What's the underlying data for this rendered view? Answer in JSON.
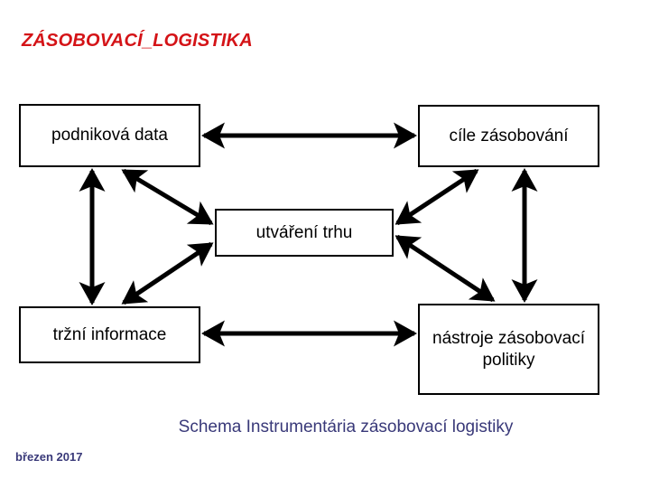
{
  "slide": {
    "title": "ZÁSOBOVACÍ_LOGISTIKA",
    "caption": "Schema Instrumentária zásobovací logistiky",
    "date": "březen 2017",
    "colors": {
      "title": "#D41317",
      "caption": "#393979",
      "box_border": "#000000",
      "arrow": "#000000",
      "background": "#FFFFFF"
    }
  },
  "diagram": {
    "type": "block-diagram",
    "nodes": [
      {
        "id": "podnikova-data",
        "label": "podniková data"
      },
      {
        "id": "cile-zasobovani",
        "label": "cíle zásobování"
      },
      {
        "id": "utvareni-trhu",
        "label": "utváření trhu"
      },
      {
        "id": "trzni-informace",
        "label": "tržní informace"
      },
      {
        "id": "nastroje",
        "label": "nástroje zásobovací politiky"
      }
    ],
    "edges": [
      {
        "from": "podnikova-data",
        "to": "cile-zasobovani",
        "style": "double-headed",
        "orientation": "horizontal"
      },
      {
        "from": "trzni-informace",
        "to": "nastroje",
        "style": "double-headed",
        "orientation": "horizontal"
      },
      {
        "from": "podnikova-data",
        "to": "trzni-informace",
        "style": "double-headed",
        "orientation": "vertical"
      },
      {
        "from": "cile-zasobovani",
        "to": "nastroje",
        "style": "double-headed",
        "orientation": "vertical"
      },
      {
        "from": "podnikova-data",
        "to": "utvareni-trhu",
        "style": "double-headed",
        "orientation": "diagonal"
      },
      {
        "from": "utvareni-trhu",
        "to": "trzni-informace",
        "style": "double-headed",
        "orientation": "diagonal"
      },
      {
        "from": "utvareni-trhu",
        "to": "cile-zasobovani",
        "style": "double-headed",
        "orientation": "diagonal"
      },
      {
        "from": "utvareni-trhu",
        "to": "nastroje",
        "style": "double-headed",
        "orientation": "diagonal"
      }
    ]
  }
}
